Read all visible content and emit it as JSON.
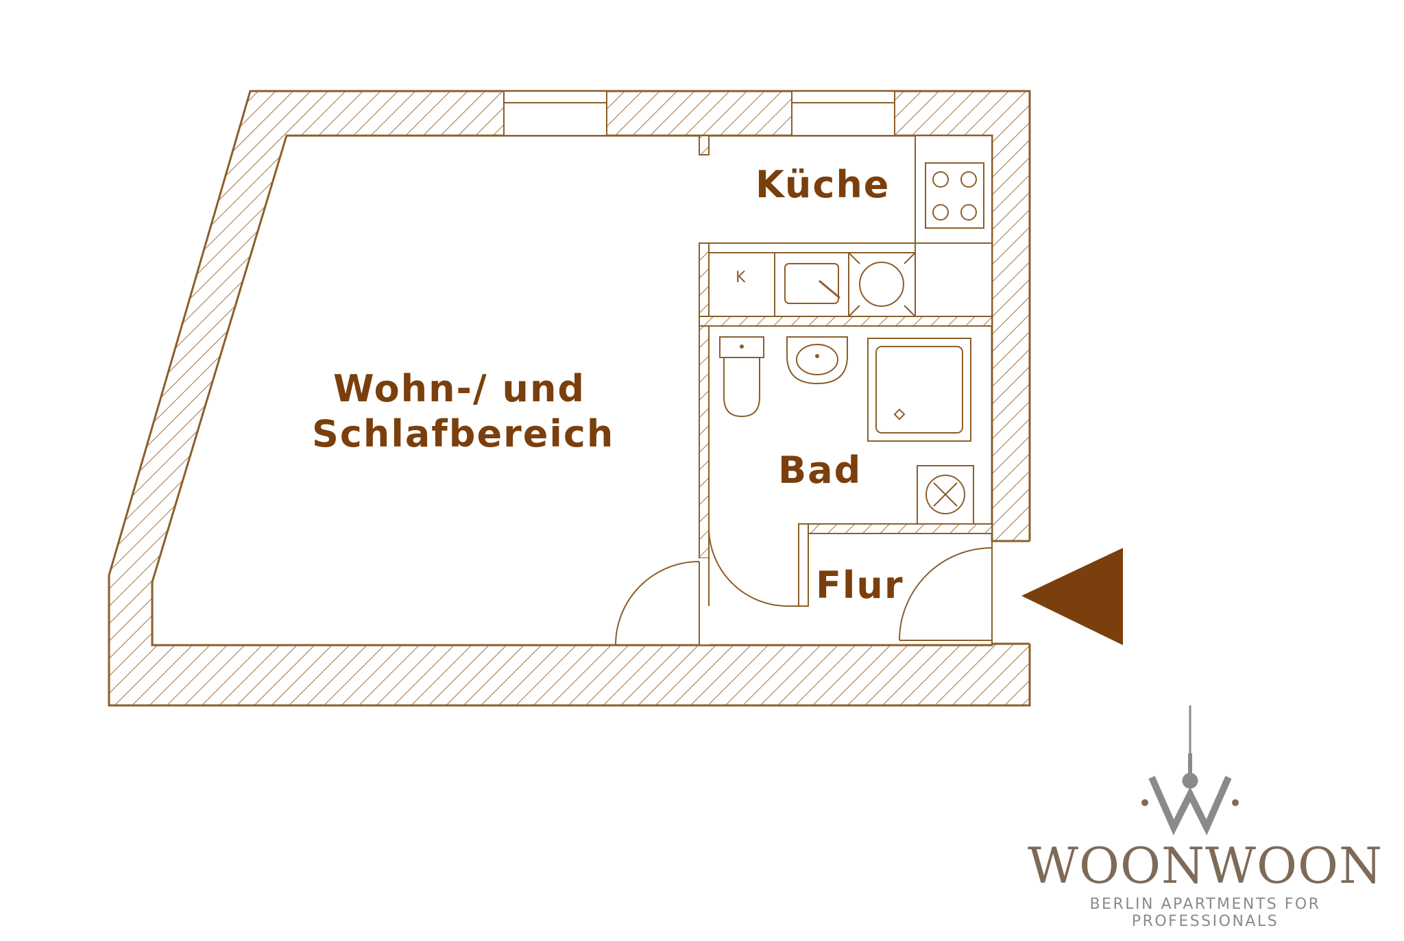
{
  "rooms": {
    "wohn_line1": "Wohn-/ und",
    "wohn_line2": "Schlafbereich",
    "kueche": "Küche",
    "bad": "Bad",
    "flur": "Flur"
  },
  "appliance_label": "K",
  "logo": {
    "brand": "WOONWOON",
    "tagline": "BERLIN APARTMENTS FOR PROFESSIONALS"
  },
  "colors": {
    "wall": "#8b5e2a",
    "label": "#7a3f0c",
    "entrance_arrow": "#7a3f0c",
    "logo_gray": "#8a8a8a"
  },
  "icons": [
    "entrance-arrow-icon",
    "stove-icon",
    "sink-icon",
    "toilet-icon",
    "shower-icon",
    "washing-machine-icon",
    "tv-tower-icon"
  ]
}
